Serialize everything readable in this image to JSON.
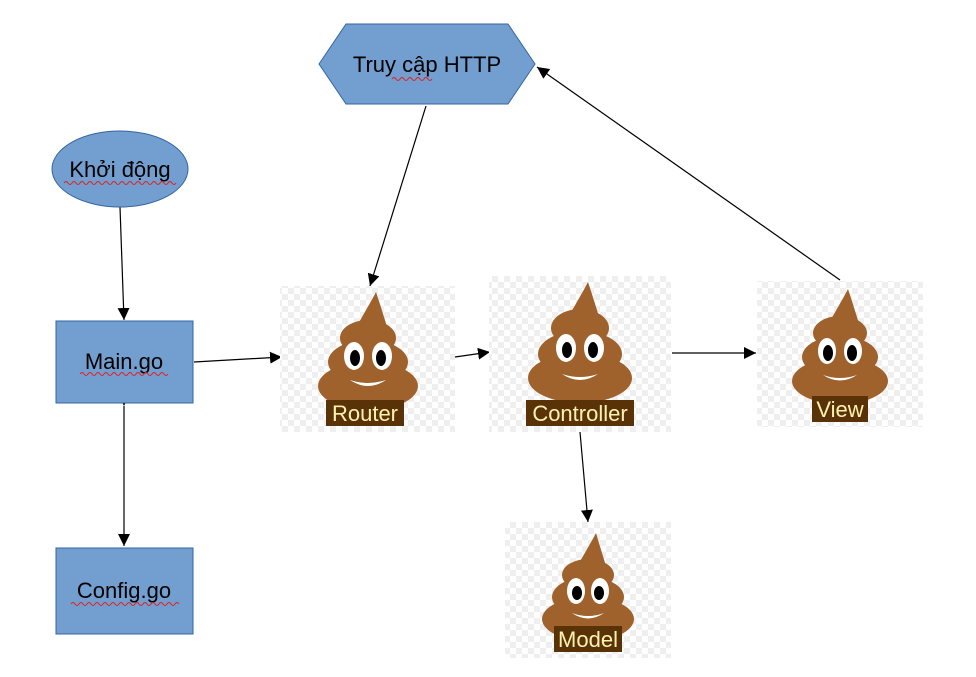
{
  "nodes": {
    "khoi_dong": "Khởi động",
    "truy_cap_http": "Truy cập HTTP",
    "main_go": "Main.go",
    "config_go": "Config.go",
    "router": "Router",
    "controller": "Controller",
    "view": "View",
    "model": "Model"
  },
  "colors": {
    "shape_fill": "#729fcf",
    "shape_stroke": "#3465a4",
    "spellcheck_underline": "#e02020",
    "emoji_brown": "#a0622d",
    "emoji_label_text": "#fff2b0"
  },
  "icons": [
    "pile-of-poo-emoji"
  ]
}
